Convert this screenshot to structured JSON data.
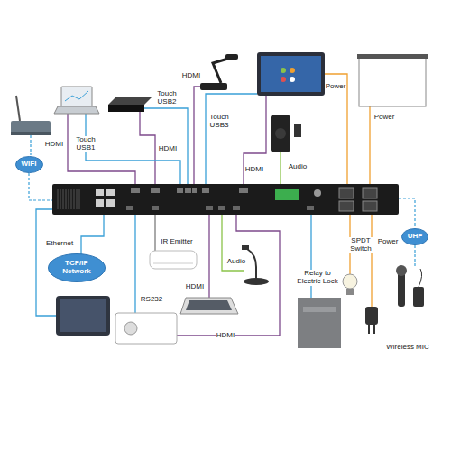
{
  "diagram": {
    "nodes": [
      {
        "text": [
          "WIFI"
        ]
      },
      {
        "text": [
          "TCP/IP Network"
        ]
      },
      {
        "text": [
          "UHF"
        ]
      }
    ],
    "labels": [
      "HDMI",
      "Power",
      "Touch USB2",
      "Power",
      "Touch USB3",
      "HDMI",
      "HDMI",
      "Touch USB1",
      "Audio",
      "HDMI",
      "IR Emitter",
      "Ethernet",
      "SPDT Switch",
      "Power",
      "Audio",
      "Relay to Electric Lock",
      "HDMI",
      "RS232",
      "HDMI",
      "Wireless MIC"
    ]
  }
}
